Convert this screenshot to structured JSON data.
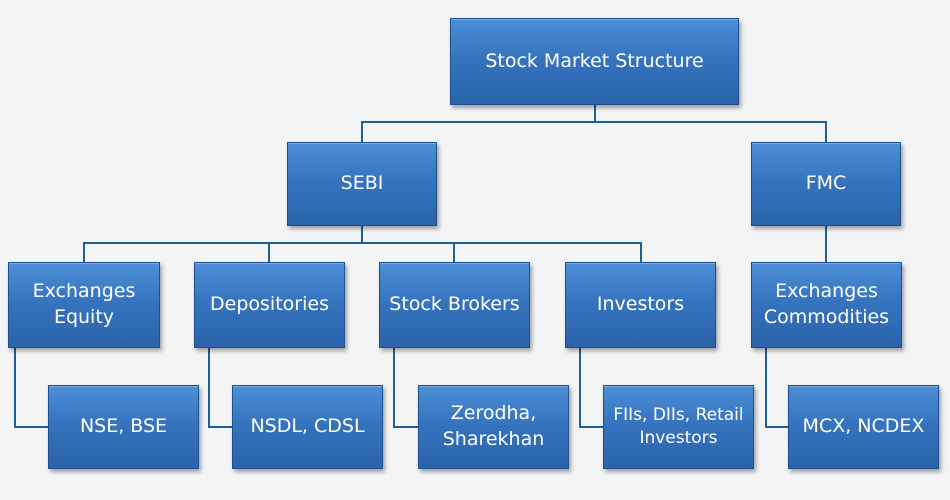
{
  "diagram": {
    "root": {
      "label": "Stock Market Structure"
    },
    "regulators": {
      "sebi": {
        "label": "SEBI"
      },
      "fmc": {
        "label": "FMC"
      }
    },
    "categories": {
      "exchanges_equity": {
        "line1": "Exchanges",
        "line2": "Equity"
      },
      "depositories": {
        "label": "Depositories"
      },
      "stock_brokers": {
        "label": "Stock Brokers"
      },
      "investors": {
        "label": "Investors"
      },
      "exchanges_commodities": {
        "line1": "Exchanges",
        "line2": "Commodities"
      }
    },
    "examples": {
      "nse_bse": {
        "label": "NSE, BSE"
      },
      "nsdl_cdsl": {
        "label": "NSDL, CDSL"
      },
      "zerodha_sharekhan": {
        "line1": "Zerodha,",
        "line2": "Sharekhan"
      },
      "investor_types": {
        "line1": "FIIs, DIIs, Retail",
        "line2": "Investors"
      },
      "mcx_ncdex": {
        "label": "MCX, NCDEX"
      }
    }
  }
}
